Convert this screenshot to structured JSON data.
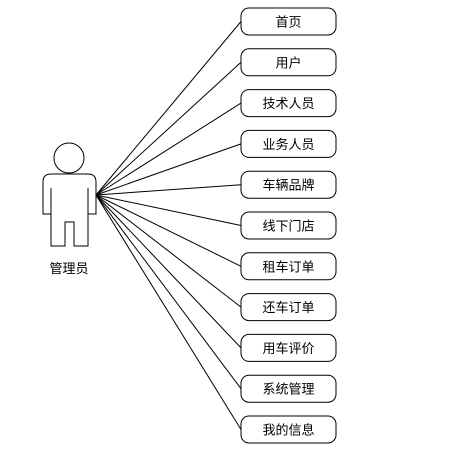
{
  "actor": {
    "label": "管理员"
  },
  "use_cases": [
    {
      "label": "首页"
    },
    {
      "label": "用户"
    },
    {
      "label": "技术人员"
    },
    {
      "label": "业务人员"
    },
    {
      "label": "车辆品牌"
    },
    {
      "label": "线下门店"
    },
    {
      "label": "租车订单"
    },
    {
      "label": "还车订单"
    },
    {
      "label": "用车评价"
    },
    {
      "label": "系统管理"
    },
    {
      "label": "我的信息"
    }
  ],
  "colors": {
    "stroke": "#000000",
    "background": "#ffffff"
  }
}
